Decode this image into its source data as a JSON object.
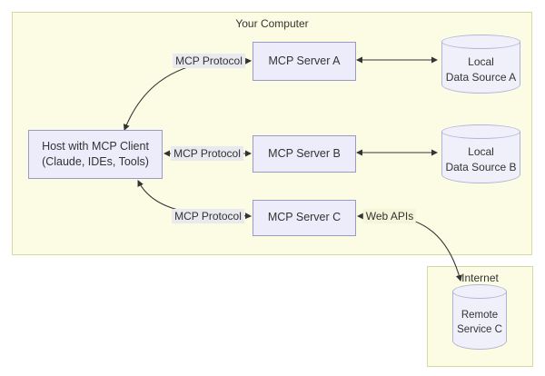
{
  "diagram": {
    "containers": {
      "your_computer": {
        "label": "Your Computer"
      },
      "internet": {
        "label": "Internet"
      }
    },
    "nodes": {
      "host": {
        "label": "Host with MCP Client\n(Claude, IDEs, Tools)"
      },
      "server_a": {
        "label": "MCP Server A"
      },
      "server_b": {
        "label": "MCP Server B"
      },
      "server_c": {
        "label": "MCP Server C"
      },
      "data_source_a": {
        "label": "Local\nData Source A"
      },
      "data_source_b": {
        "label": "Local\nData Source B"
      },
      "remote_service_c": {
        "label": "Remote\nService C"
      }
    },
    "edge_labels": {
      "protocol_a": "MCP Protocol",
      "protocol_b": "MCP Protocol",
      "protocol_c": "MCP Protocol",
      "web_apis": "Web APIs"
    },
    "colors": {
      "container_fill": "#fcfce4",
      "container_border": "#d8d9a0",
      "node_fill": "#ececfb",
      "node_border": "#9a9ac8",
      "cylinder_fill": "#f0f0fb",
      "cylinder_border": "#b3b3d9",
      "edge_color": "#333333",
      "protocol_label_bg": "#e9e9f0",
      "web_apis_label_bg": "#f5f5d9",
      "text_color": "#333333"
    }
  }
}
